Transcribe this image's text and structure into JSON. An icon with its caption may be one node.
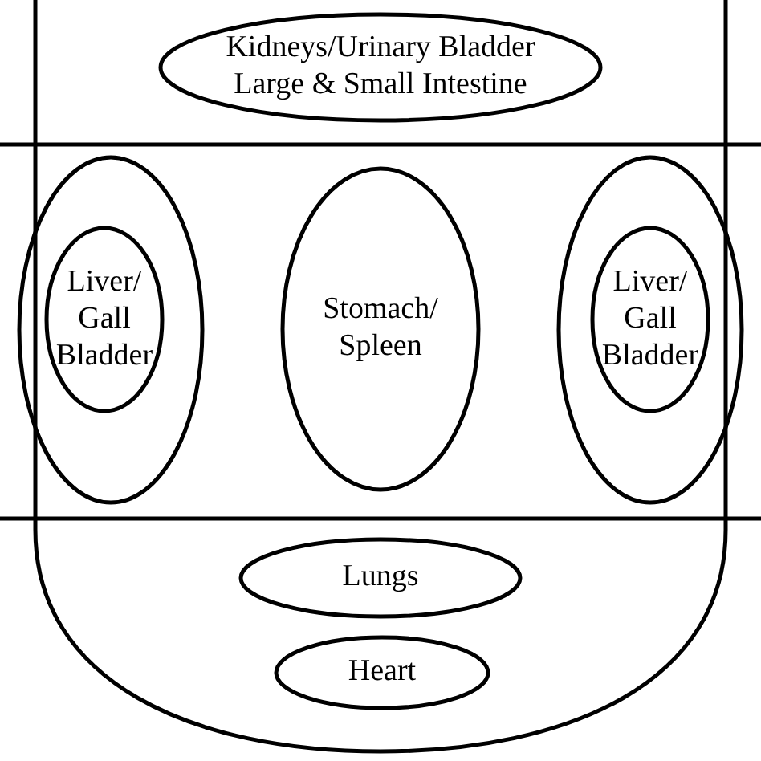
{
  "diagram": {
    "nodes": [
      {
        "text": [
          "Kidneys/Urinary Bladder Large & Small Intestine"
        ]
      },
      {
        "text": [],
        "shape": "ellipse"
      },
      {
        "text": [
          "Liver/ Gall Bladder"
        ],
        "in": 1
      },
      {
        "text": [
          "Stomach/ Spleen"
        ]
      },
      {
        "text": [],
        "shape": "ellipse"
      },
      {
        "text": [
          "Liver/ Gall Bladder"
        ],
        "in": 4
      },
      {
        "text": [
          "Lungs"
        ]
      },
      {
        "text": [
          "Heart"
        ]
      }
    ]
  }
}
